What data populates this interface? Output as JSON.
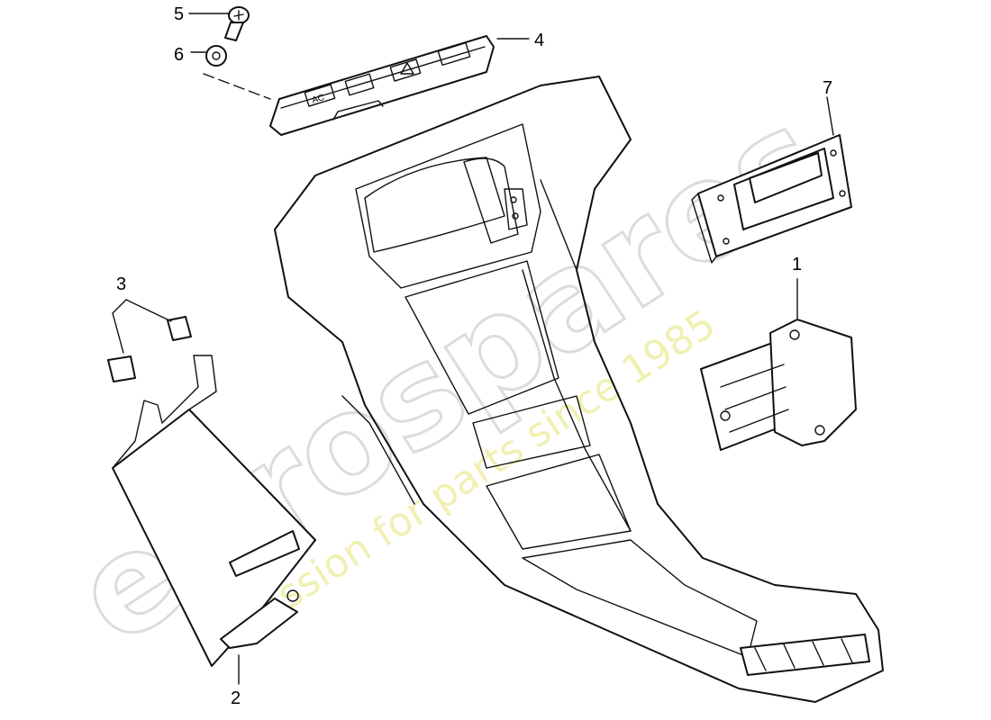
{
  "callouts": [
    {
      "id": "1",
      "label": "1"
    },
    {
      "id": "2",
      "label": "2"
    },
    {
      "id": "3",
      "label": "3"
    },
    {
      "id": "4",
      "label": "4"
    },
    {
      "id": "5",
      "label": "5"
    },
    {
      "id": "6",
      "label": "6"
    },
    {
      "id": "7",
      "label": "7"
    }
  ],
  "switch_labels": {
    "ac": "AC"
  },
  "watermark": {
    "brand": "eurospares",
    "tagline": "a passion for parts since 1985"
  },
  "colors": {
    "line": "#111111",
    "watermark_brand": "#d6d6d6",
    "watermark_tagline": "#ecec9a"
  }
}
